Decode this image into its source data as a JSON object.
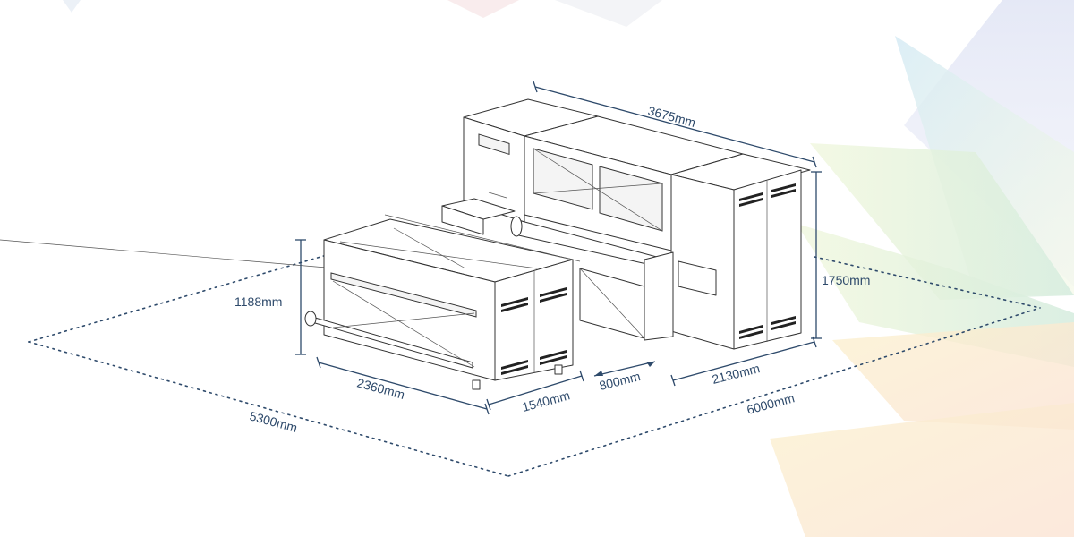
{
  "diagram": {
    "dimensions": {
      "printer_length": "3675mm",
      "printer_height": "1750mm",
      "printer_depth": "2130mm",
      "gap": "800mm",
      "feeder_depth": "1540mm",
      "feeder_length": "2360mm",
      "feeder_height": "1188mm",
      "floor_width": "5300mm",
      "floor_length": "6000mm"
    },
    "colors": {
      "dimension": "#2e4a6b",
      "machine_line": "#333333",
      "background": "#ffffff"
    }
  }
}
